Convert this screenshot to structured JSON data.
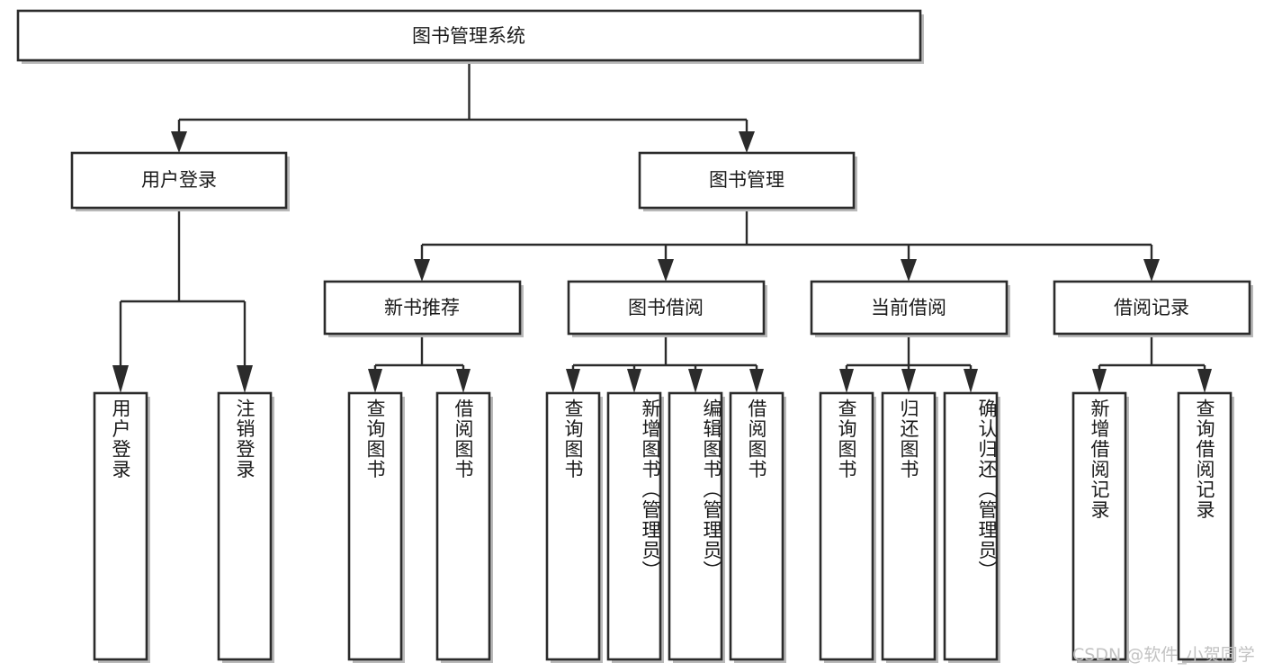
{
  "diagram": {
    "type": "hierarchy-tree",
    "title": "图书管理系统",
    "root": {
      "id": "root",
      "label": "图书管理系统"
    },
    "level2": [
      {
        "id": "user-login",
        "label": "用户登录"
      },
      {
        "id": "book-management",
        "label": "图书管理"
      }
    ],
    "level3": [
      {
        "id": "new-book-recommend",
        "label": "新书推荐",
        "parent": "book-management"
      },
      {
        "id": "book-borrow",
        "label": "图书借阅",
        "parent": "book-management"
      },
      {
        "id": "current-borrow",
        "label": "当前借阅",
        "parent": "book-management"
      },
      {
        "id": "borrow-record",
        "label": "借阅记录",
        "parent": "book-management"
      }
    ],
    "leaves": [
      {
        "id": "leaf-user-login",
        "label": "用户登录",
        "parent": "user-login"
      },
      {
        "id": "leaf-logout-login",
        "label": "注销登录",
        "parent": "user-login"
      },
      {
        "id": "leaf-query-book-1",
        "label": "查询图书",
        "parent": "new-book-recommend"
      },
      {
        "id": "leaf-borrow-book-1",
        "label": "借阅图书",
        "parent": "new-book-recommend"
      },
      {
        "id": "leaf-query-book-2",
        "label": "查询图书",
        "parent": "book-borrow"
      },
      {
        "id": "leaf-add-book",
        "label": "新增图书（管理员）",
        "parent": "book-borrow"
      },
      {
        "id": "leaf-edit-book",
        "label": "编辑图书（管理员）",
        "parent": "book-borrow"
      },
      {
        "id": "leaf-borrow-book-2",
        "label": "借阅图书",
        "parent": "book-borrow"
      },
      {
        "id": "leaf-query-book-3",
        "label": "查询图书",
        "parent": "current-borrow"
      },
      {
        "id": "leaf-return-book",
        "label": "归还图书",
        "parent": "current-borrow"
      },
      {
        "id": "leaf-confirm-return",
        "label": "确认归还（管理员）",
        "parent": "current-borrow"
      },
      {
        "id": "leaf-add-record",
        "label": "新增借阅记录",
        "parent": "borrow-record"
      },
      {
        "id": "leaf-query-record",
        "label": "查询借阅记录",
        "parent": "borrow-record"
      }
    ],
    "colors": {
      "background": "#ffffff",
      "box_fill": "#ffffff",
      "box_stroke": "#2b2b2b",
      "connector": "#2b2b2b",
      "text": "#1a1a1a",
      "watermark": "#c2c2c2"
    }
  },
  "watermark": {
    "text": "CSDN @软件_小贺同学"
  }
}
